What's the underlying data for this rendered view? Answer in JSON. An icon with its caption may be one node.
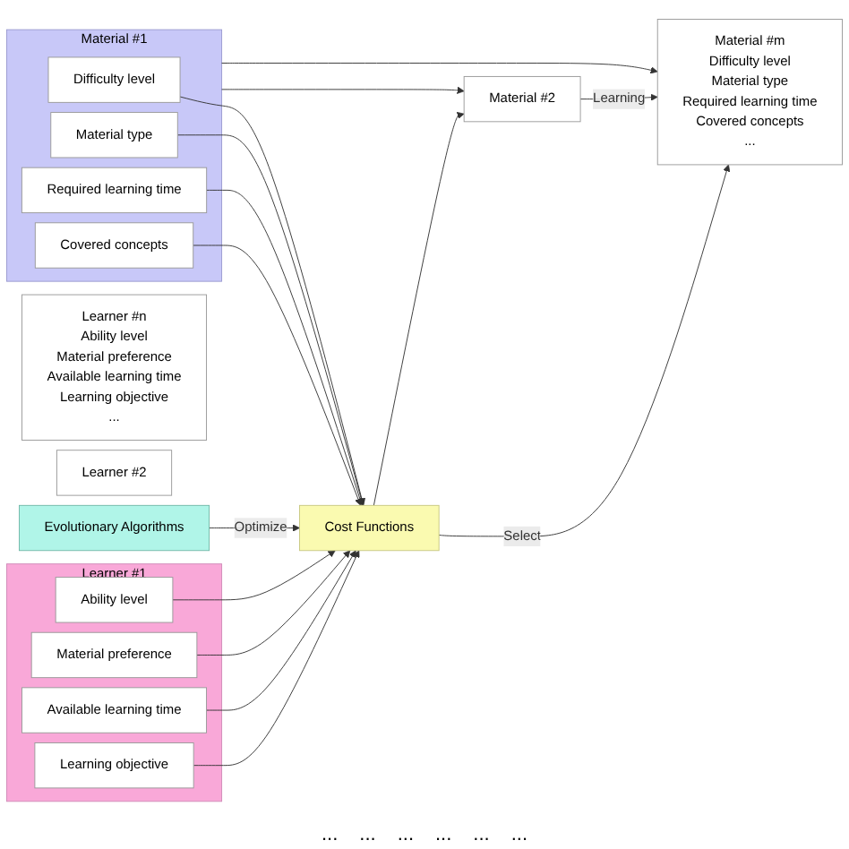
{
  "diagram": {
    "nodes": [
      {
        "text": [
          "Learner #n",
          "Ability level",
          "Material preference",
          "Available learning time",
          "Learning objective",
          "..."
        ]
      },
      {
        "text": [
          "Learner #2"
        ]
      },
      {
        "text": [
          "Learner #1"
        ]
      },
      {
        "text": [
          "Ability level"
        ],
        "in": 2
      },
      {
        "text": [
          "Material preference"
        ],
        "in": 2
      },
      {
        "text": [
          "Available learning time"
        ],
        "in": 2
      },
      {
        "text": [
          "Learning objective"
        ],
        "in": 2
      },
      {
        "text": [
          "Cost Functions"
        ]
      },
      {
        "text": [
          "Material #m",
          "Difficulty level",
          "Material type",
          "Required learning time",
          "Covered concepts",
          "..."
        ]
      },
      {
        "text": [
          "Material #2"
        ]
      },
      {
        "text": [
          "Material #1"
        ]
      },
      {
        "text": [
          "Difficulty level"
        ],
        "in": 10
      },
      {
        "text": [
          "Material type"
        ],
        "in": 10
      },
      {
        "text": [
          "Required learning time"
        ],
        "in": 10
      },
      {
        "text": [
          "Covered concepts"
        ],
        "in": 10
      },
      {
        "text": [
          "Evolutionary Algorithms"
        ]
      }
    ],
    "edges": [
      {
        "from": 3,
        "to": 7,
        "arrow": "to"
      },
      {
        "from": 4,
        "to": 7,
        "arrow": "to"
      },
      {
        "from": 5,
        "to": 7,
        "arrow": "to"
      },
      {
        "from": 6,
        "to": 7,
        "arrow": "to"
      },
      {
        "from": 11,
        "to": 7,
        "arrow": "to"
      },
      {
        "from": 12,
        "to": 7,
        "arrow": "to"
      },
      {
        "from": 13,
        "to": 7,
        "arrow": "to"
      },
      {
        "from": 14,
        "to": 7,
        "arrow": "to"
      },
      {
        "from": 15,
        "to": 7,
        "label": "Optimize",
        "arrow": "to"
      },
      {
        "from": 7,
        "to": 8,
        "label": "Select",
        "arrow": "to"
      },
      {
        "from": 7,
        "to": 9,
        "arrow": "to"
      },
      {
        "from": 10,
        "to": 9,
        "arrow": "to"
      },
      {
        "from": 10,
        "to": 8,
        "arrow": "to"
      },
      {
        "from": 9,
        "to": 8,
        "label": "Learning",
        "arrow": "to"
      }
    ],
    "labels": [
      "...",
      "...",
      "...",
      "...",
      "...",
      "..."
    ]
  }
}
